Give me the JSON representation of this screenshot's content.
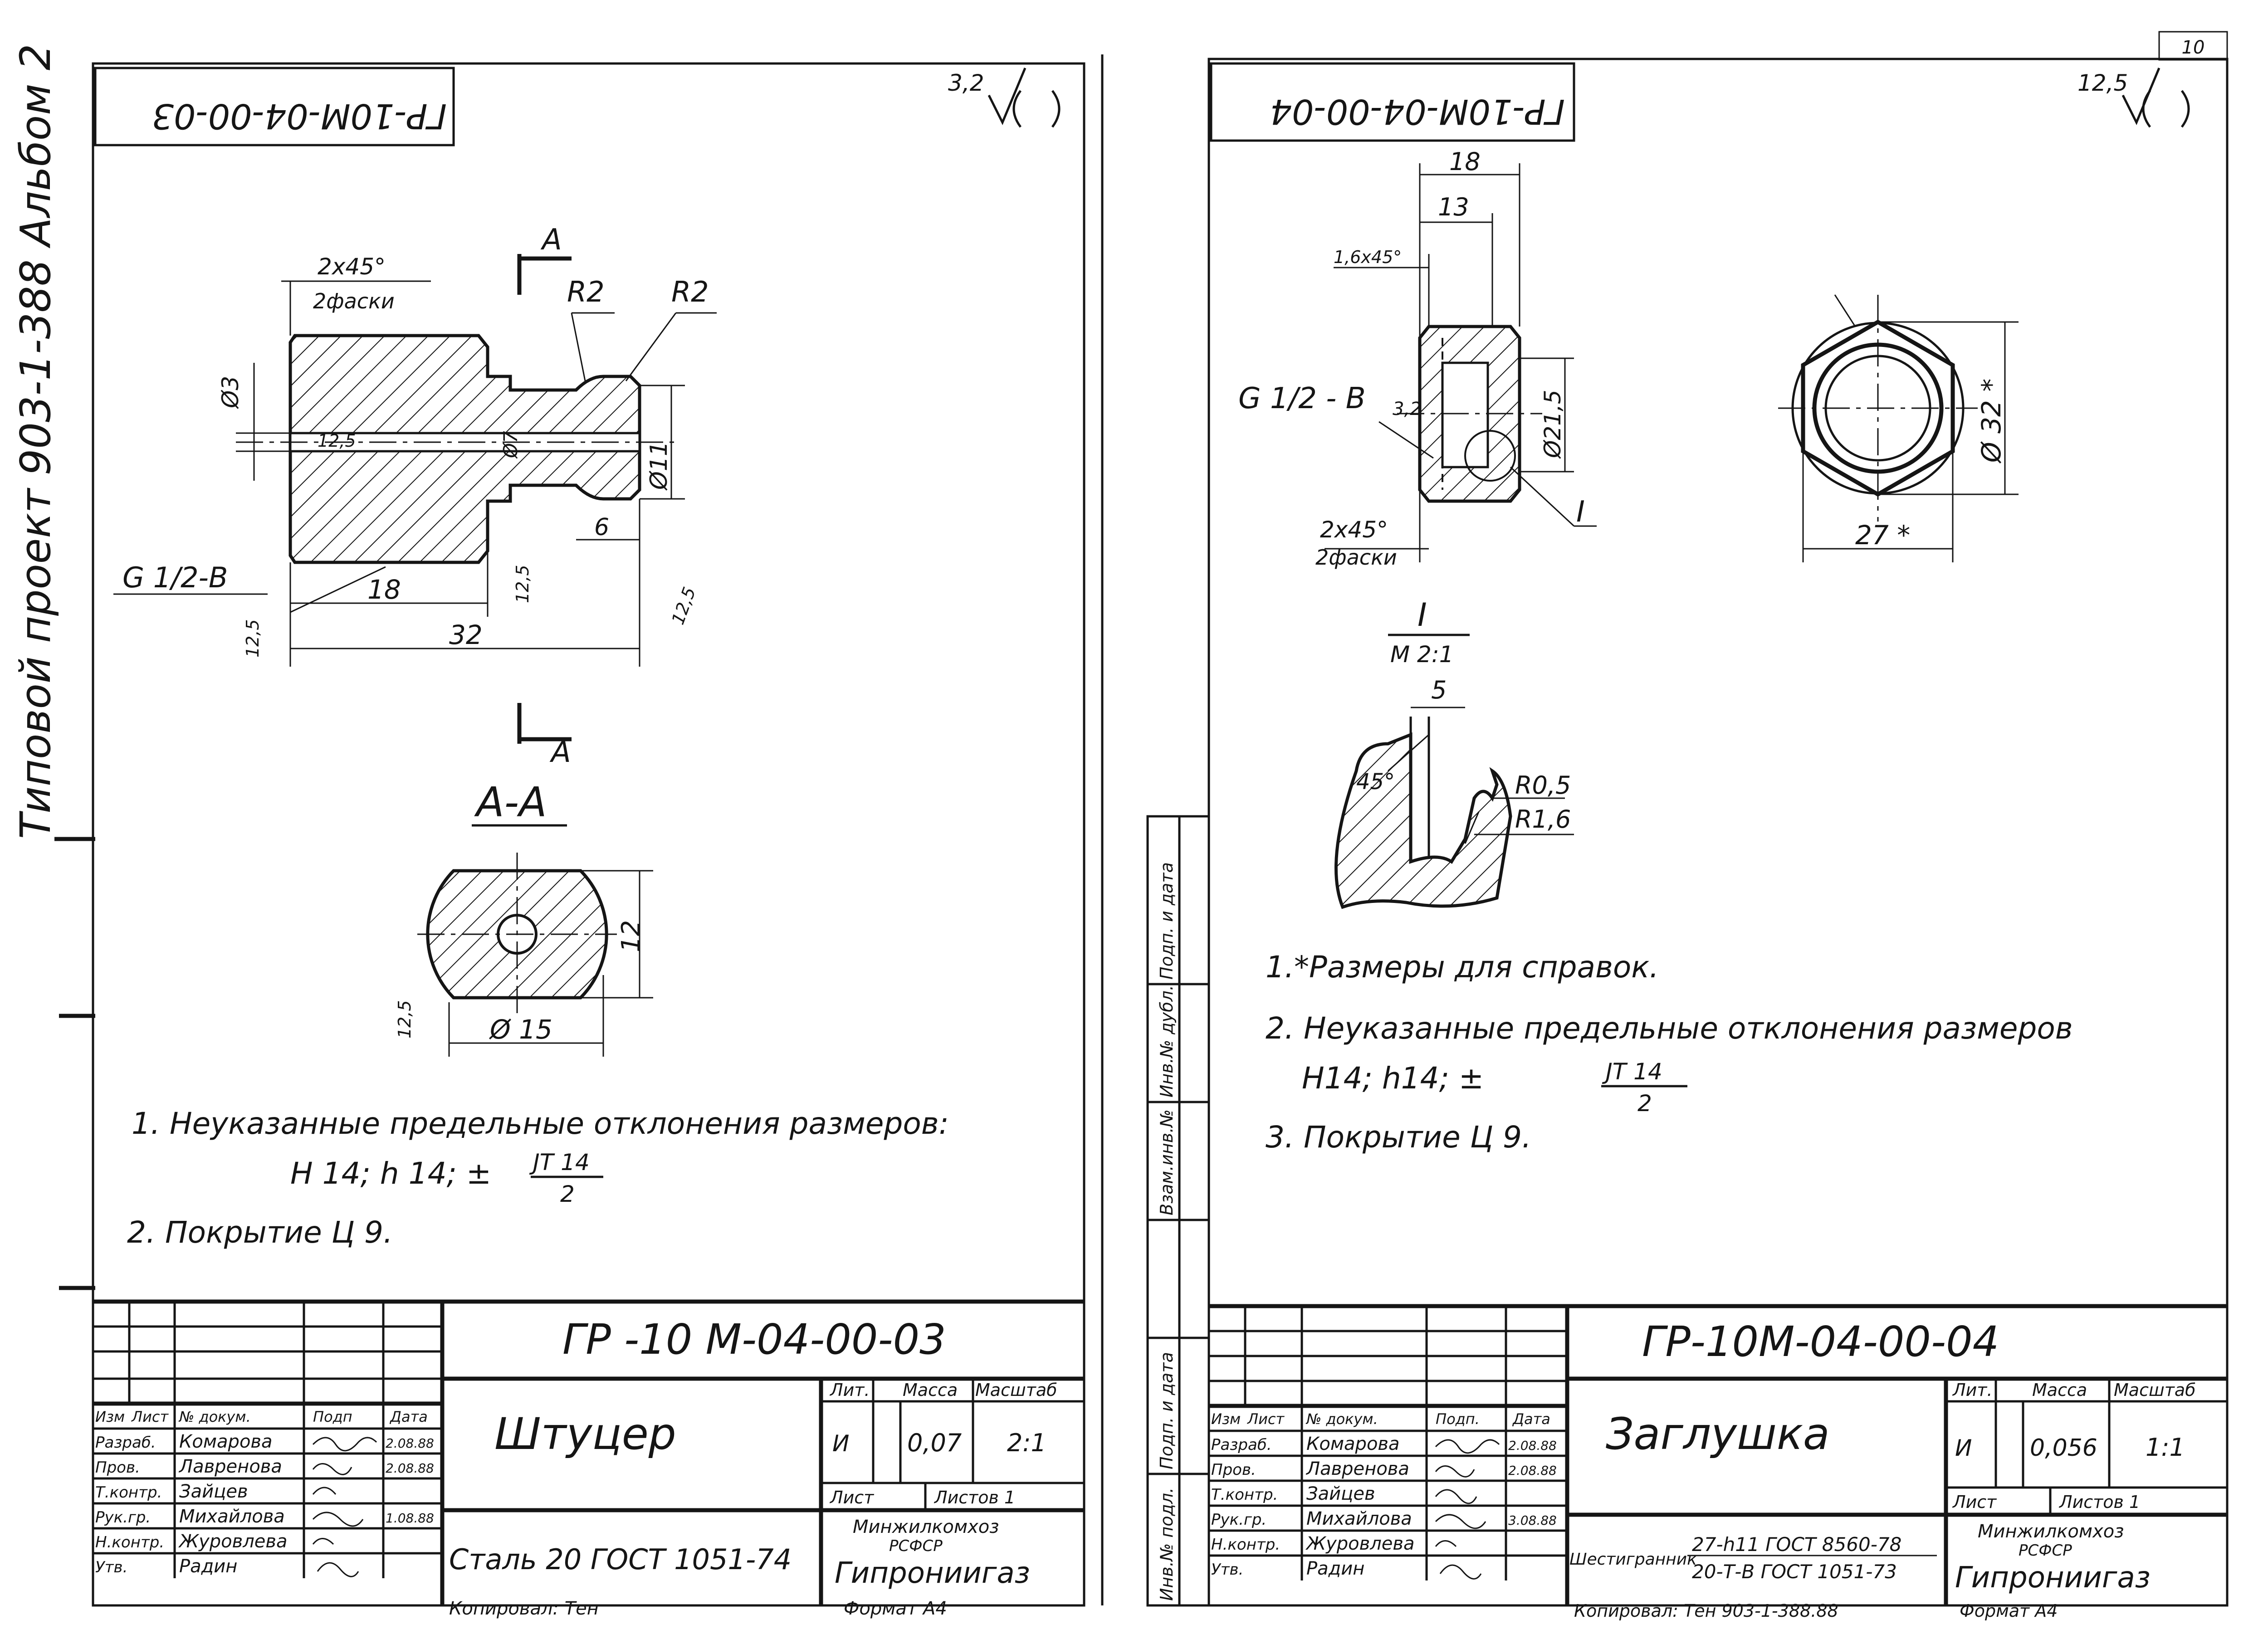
{
  "page_number": "10",
  "margin_text": "Типовой проект 903-1-388 Альбом 2",
  "left_sheet": {
    "rotated_code": "ГР-10М-04-00-03",
    "roughness": "3,2",
    "chamfer": "2х45°",
    "chamfer_note": "2фаски",
    "section_mark": "А",
    "r_left": "R2",
    "r_right": "R2",
    "d3": "Ø3",
    "r125": "12,5",
    "d7": "Ø7",
    "d11": "Ø11",
    "dim6": "6",
    "thread": "G 1/2-B",
    "dim18": "18",
    "dim32": "32",
    "r125_a": "12,5",
    "r125_b": "12,5",
    "r125_c": "12,5",
    "section_title": "А-А",
    "dim12": "12",
    "d15": "Ø 15",
    "r125_d": "12,5",
    "note1": "1. Неуказанные  предельные  отклонения размеров:",
    "note1b": "Н 14;  h 14;  ±",
    "frac_num": "JT 14",
    "frac_den": "2",
    "note2": "2. Покрытие  Ц 9.",
    "stamp": {
      "code": "ГР -10 М-04-00-03",
      "name": "Штуцер",
      "material": "Сталь 20 ГОСТ 1051-74",
      "lit_h": "Лит.",
      "mass_h": "Масса",
      "scale_h": "Масштаб",
      "lit_v": "И",
      "mass_v": "0,07",
      "scale_v": "2:1",
      "sheet": "Лист",
      "sheets": "Листов  1",
      "org1": "Минжилкомхоз",
      "org2": "РСФСР",
      "org3": "Гипрониигаз",
      "bottom_left": "Копировал: Тен",
      "bottom_right": "Формат  А4",
      "col_h1": "Изм",
      "col_h2": "Лист",
      "col_h3": "№ докум.",
      "col_h4": "Подп",
      "col_h5": "Дата",
      "roles": [
        "Разраб.",
        "Пров.",
        "Т.контр.",
        "Рук.гр.",
        "Н.контр.",
        "Утв."
      ],
      "names": [
        "Комарова",
        "Лавренова",
        "Зайцев",
        "Михайлова",
        "Журовлева",
        "Радин"
      ],
      "dates": [
        "2.08.88",
        "2.08.88",
        "",
        "1.08.88",
        "",
        ""
      ]
    }
  },
  "right_sheet": {
    "rotated_code": "ГР-10М-04-00-04",
    "roughness": "12,5",
    "dim18": "18",
    "dim13": "13",
    "chamfer_small": "1,6х45°",
    "thread": "G 1/2 - B",
    "r32": "3,2",
    "d215": "Ø21,5",
    "view_mark": "I",
    "chamfer": "2х45°",
    "chamfer_note": "2фаски",
    "d32": "Ø 32 *",
    "dim27": "27 *",
    "detail_mark": "I",
    "detail_scale": "М 2:1",
    "dim5": "5",
    "angle45": "45°",
    "r05": "R0,5",
    "r16": "R1,6",
    "note1": "1.*Размеры для справок.",
    "note2": "2. Неуказанные  предельные  отклонения  размеров",
    "note2b": "Н14;   h14;  ±",
    "frac_num": "JT 14",
    "frac_den": "2",
    "note3": "3. Покрытие   Ц 9.",
    "side_labels": [
      "Подп. и дата",
      "Инв.№ дубл.",
      "Взам.инв.№",
      "Подп. и дата",
      "Инв.№ подл."
    ],
    "stamp": {
      "code": "ГР-10М-04-00-04",
      "name": "Заглушка",
      "material_label": "Шестигранник",
      "material1": "27-h11 ГОСТ 8560-78",
      "material2": "20-Т-В ГОСТ 1051-73",
      "lit_h": "Лит.",
      "mass_h": "Масса",
      "scale_h": "Масштаб",
      "lit_v": "И",
      "mass_v": "0,056",
      "scale_v": "1:1",
      "sheet": "Лист",
      "sheets": "Листов  1",
      "org1": "Минжилкомхоз",
      "org2": "РСФСР",
      "org3": "Гипрониигаз",
      "bottom_left": "Копировал: Тен  903-1-388.88",
      "bottom_right": "Формат  А4",
      "col_h1": "Изм",
      "col_h2": "Лист",
      "col_h3": "№ докум.",
      "col_h4": "Подп.",
      "col_h5": "Дата",
      "roles": [
        "Разраб.",
        "Пров.",
        "Т.контр.",
        "Рук.гр.",
        "Н.контр.",
        "Утв."
      ],
      "names": [
        "Комарова",
        "Лавренова",
        "Зайцев",
        "Михайлова",
        "Журовлева",
        "Радин"
      ],
      "dates": [
        "2.08.88",
        "2.08.88",
        "",
        "3.08.88",
        "",
        ""
      ]
    }
  }
}
